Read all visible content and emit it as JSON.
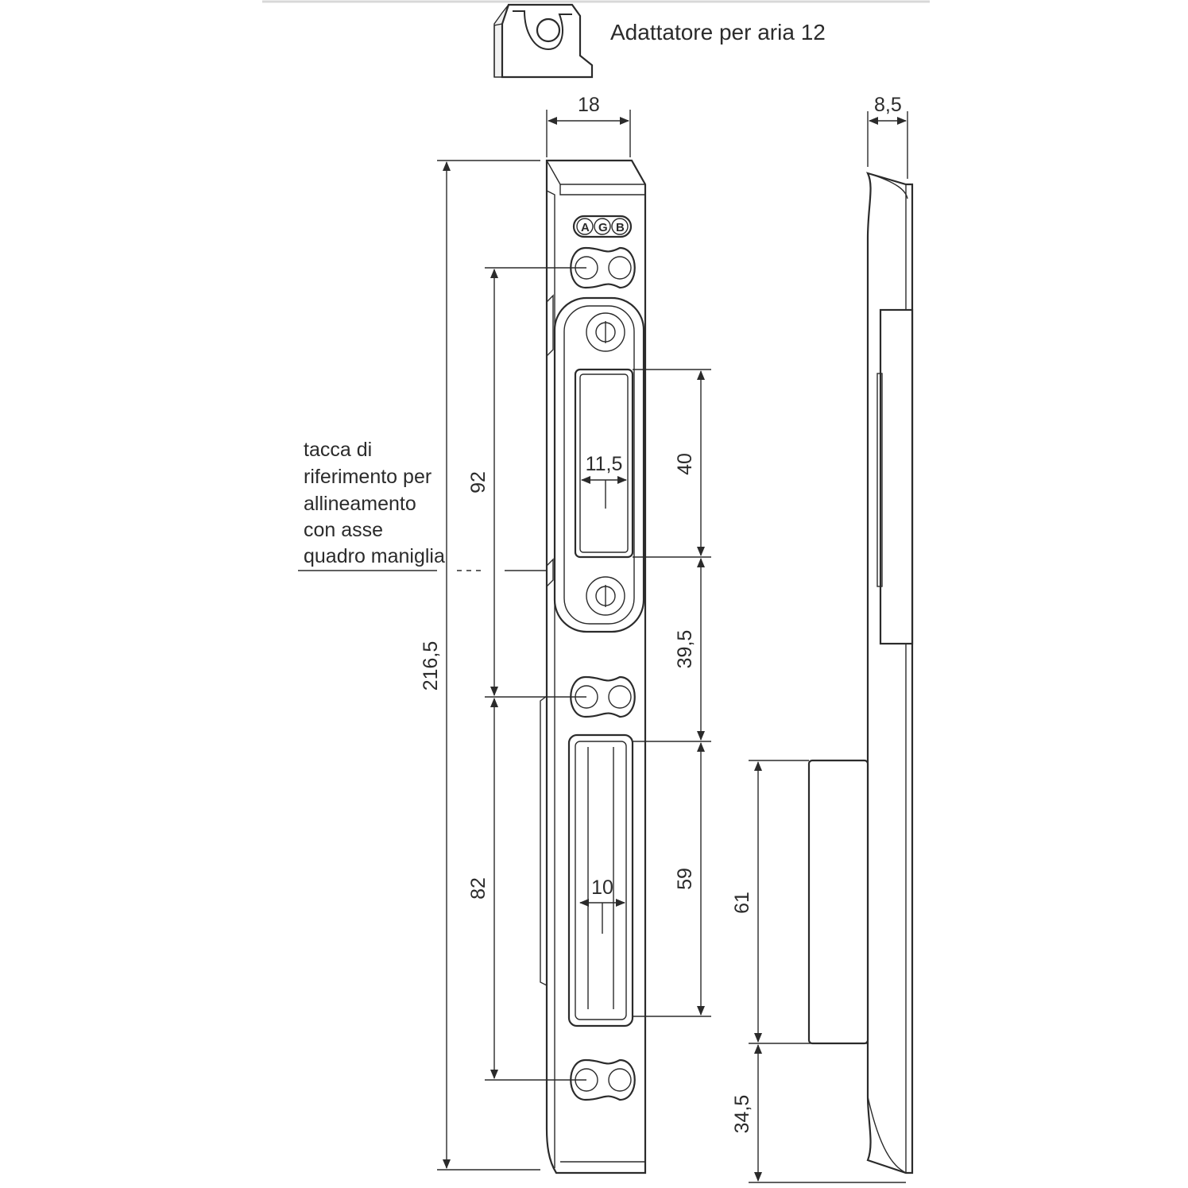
{
  "adapter": {
    "label": "Adattatore per aria 12"
  },
  "logo": {
    "letters": [
      "A",
      "G",
      "B"
    ]
  },
  "dimensions": {
    "width_top": "18",
    "depth_side": "8,5",
    "total_length": "216,5",
    "upper_hole_spacing": "92",
    "lower_hole_spacing": "82",
    "upper_slot_length": "40",
    "upper_slot_width": "11,5",
    "middle_spacing": "39,5",
    "lower_slot_length": "59",
    "lower_slot_width": "10",
    "side_block_length": "61",
    "side_bottom_offset": "34,5"
  },
  "note": {
    "lines": [
      "tacca di",
      "riferimento per",
      "allineamento",
      "con asse",
      "quadro maniglia"
    ]
  }
}
